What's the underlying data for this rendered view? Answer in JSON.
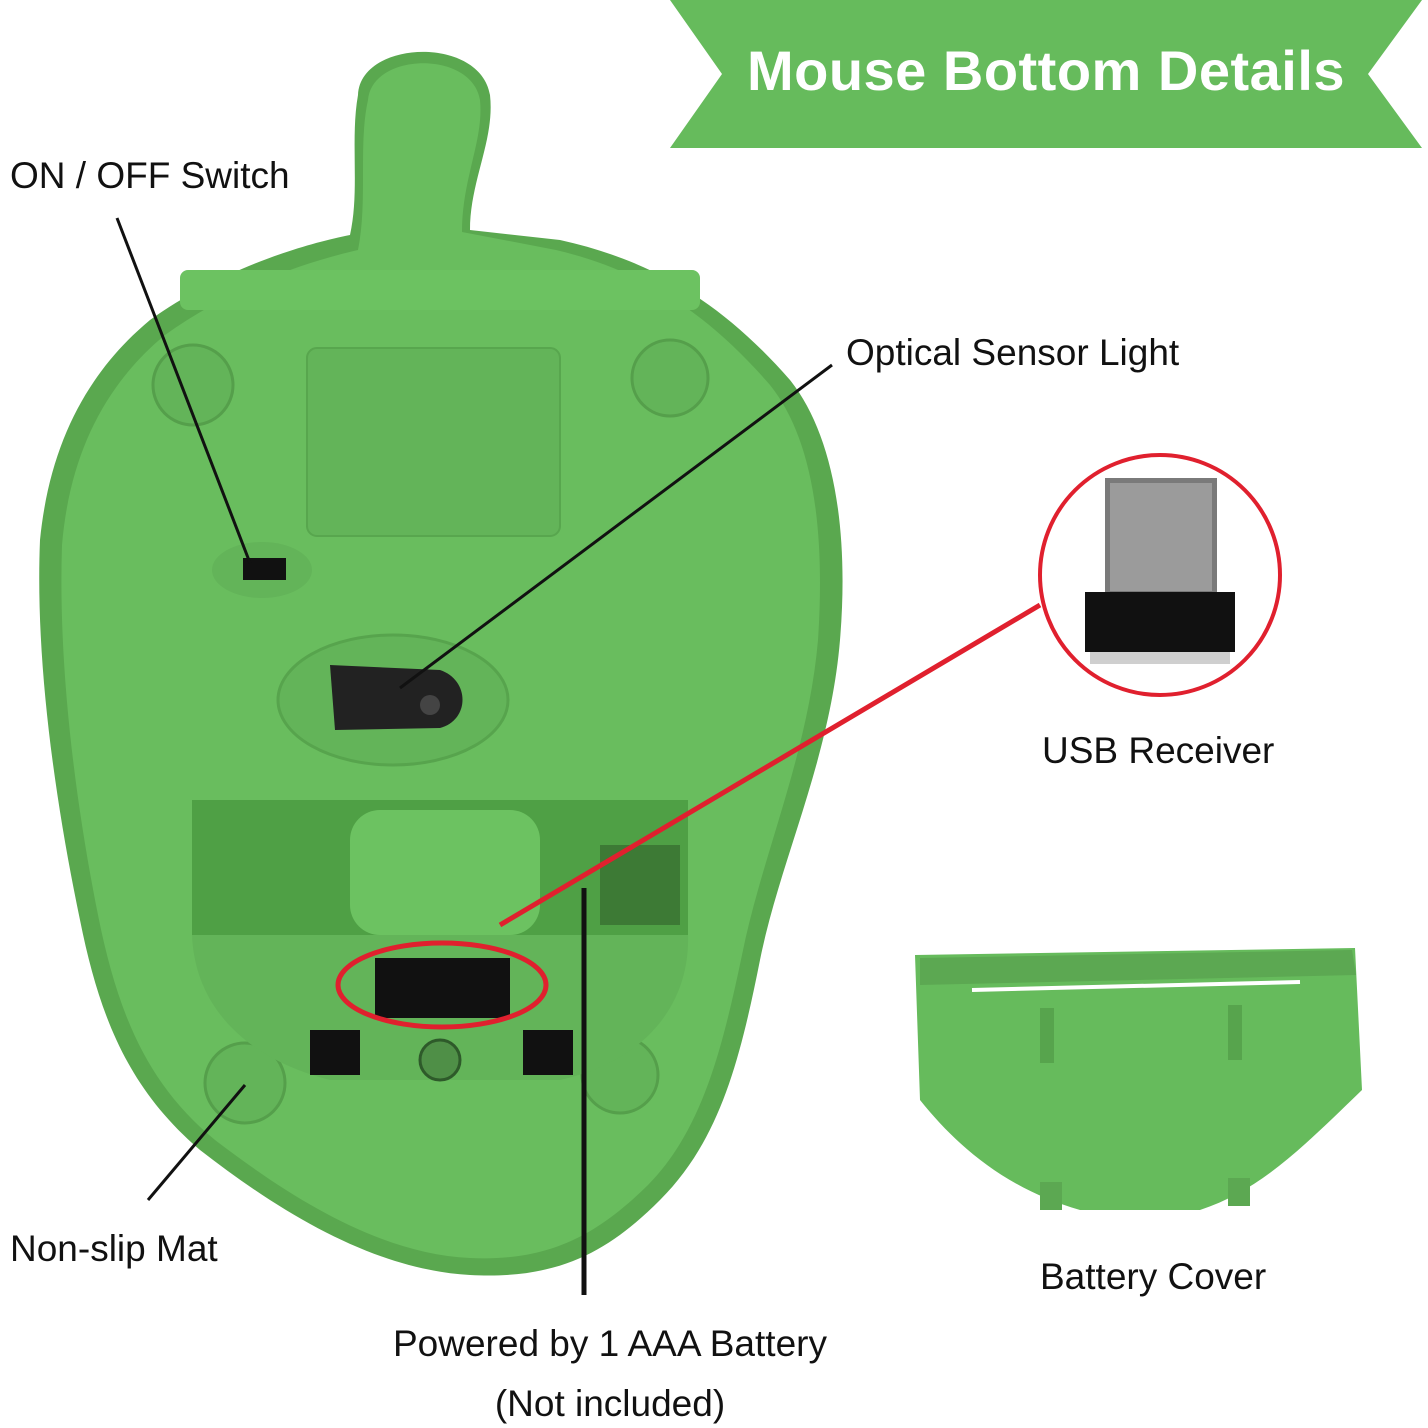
{
  "banner": {
    "title": "Mouse Bottom Details",
    "color": "#66bb5c"
  },
  "labels": {
    "on_off_switch": "ON / OFF Switch",
    "optical_sensor": "Optical Sensor Light",
    "usb_receiver": "USB Receiver",
    "non_slip_mat": "Non-slip Mat",
    "battery_line1": "Powered by 1 AAA Battery",
    "battery_line2": "(Not included)",
    "battery_cover": "Battery Cover"
  },
  "colors": {
    "mouse_green": "#66bb5c",
    "mouse_dark_green": "#4f9c45",
    "highlight_red": "#e0202e",
    "pointer_line": "#111111"
  }
}
